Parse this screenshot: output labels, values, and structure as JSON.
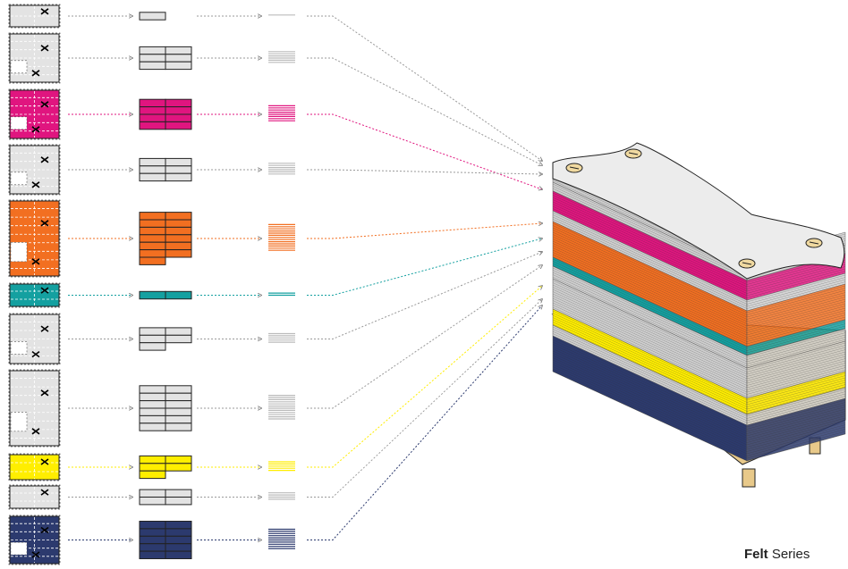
{
  "caption": {
    "bold": "Felt",
    "rest": " Series"
  },
  "colors": {
    "gray": "#e3e3e3",
    "magenta": "#e0157f",
    "orange": "#f26f21",
    "teal": "#14a0a0",
    "yellow": "#ffee00",
    "navy": "#2c3a6e",
    "outline": "#222222",
    "table": "#f3f3f3",
    "wood": "#e8c98a",
    "peg": "#f0d9a0"
  },
  "layers": [
    {
      "color": "gray",
      "rows": 1,
      "last": 1
    },
    {
      "color": "gray",
      "rows": 3,
      "last": 2
    },
    {
      "color": "magenta",
      "rows": 4,
      "last": 2
    },
    {
      "color": "gray",
      "rows": 3,
      "last": 2
    },
    {
      "color": "orange",
      "rows": 7,
      "last": 1
    },
    {
      "color": "teal",
      "rows": 1,
      "last": 2
    },
    {
      "color": "gray",
      "rows": 3,
      "last": 1
    },
    {
      "color": "gray",
      "rows": 6,
      "last": 2
    },
    {
      "color": "yellow",
      "rows": 3,
      "last": 1
    },
    {
      "color": "gray",
      "rows": 2,
      "last": 2
    },
    {
      "color": "navy",
      "rows": 5,
      "last": 2
    }
  ]
}
